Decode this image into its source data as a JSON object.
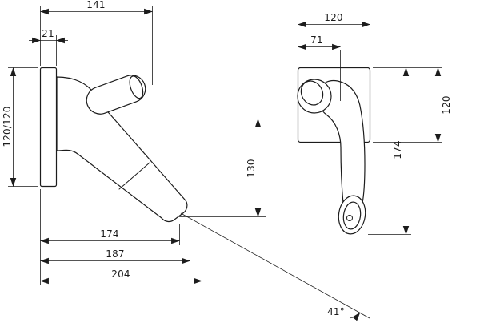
{
  "drawing": {
    "line_color": "#1c1c1c",
    "background": "#ffffff",
    "side_view": {
      "projection": "141",
      "plate_depth": "21",
      "plate_size": "120/120",
      "outlet_drop": "130",
      "reach_174": "174",
      "reach_187": "187",
      "reach_204": "204",
      "spout_angle": "41°"
    },
    "front_view": {
      "plate_width": "120",
      "spout_offset": "71",
      "plate_height": "120",
      "outlet_drop": "174"
    }
  }
}
